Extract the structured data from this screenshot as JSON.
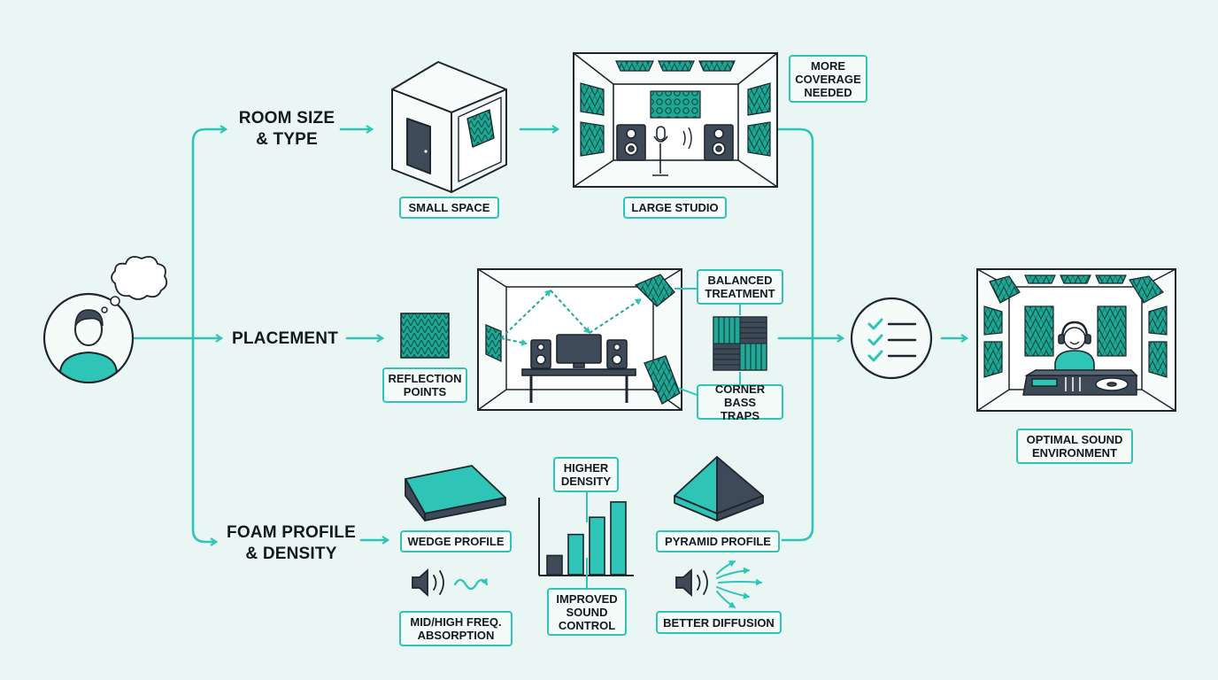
{
  "colors": {
    "background": "#eaf6f3",
    "accent": "#2ec4b6",
    "foam": "#1fa895",
    "dark": "#3f4a58",
    "outline": "#1e252d"
  },
  "steps": {
    "room": "ROOM SIZE\n& TYPE",
    "placement": "PLACEMENT",
    "foam": "FOAM PROFILE\n& DENSITY"
  },
  "labels": {
    "small_space": "SMALL SPACE",
    "large_studio": "LARGE STUDIO",
    "more_coverage": "MORE\nCOVERAGE\nNEEDED",
    "reflection_points": "REFLECTION\nPOINTS",
    "balanced_treatment": "BALANCED\nTREATMENT",
    "corner_bass_traps": "CORNER\nBASS TRAPS",
    "wedge_profile": "WEDGE PROFILE",
    "higher_density": "HIGHER\nDENSITY",
    "pyramid_profile": "PYRAMID PROFILE",
    "mid_high_absorption": "MID/HIGH FREQ.\nABSORPTION",
    "improved_sound_control": "IMPROVED\nSOUND\nCONTROL",
    "better_diffusion": "BETTER DIFFUSION",
    "optimal_environment": "OPTIMAL SOUND\nENVIRONMENT"
  },
  "icons": {
    "person": "person-with-thought-bubble-icon",
    "checklist": "checklist-icon",
    "speaker": "speaker-icon",
    "microphone": "microphone-icon",
    "monitor": "monitor-icon",
    "headphones": "headphones-icon"
  },
  "density_bars": [
    0.2,
    0.42,
    0.6,
    0.76
  ]
}
